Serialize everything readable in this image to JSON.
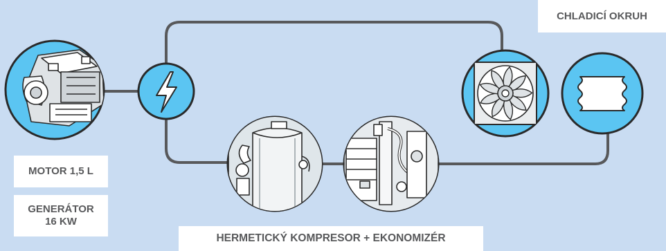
{
  "labels": {
    "cooling_circuit": "CHLADICÍ OKRUH",
    "motor": "MOTOR 1,5 L",
    "generator_line1": "GENERÁTOR",
    "generator_line2": "16 KW",
    "compressor": "HERMETICKÝ KOMPRESOR + EKONOMIZÉR"
  },
  "colors": {
    "background": "#c9dcf2",
    "pipe": "#58595b",
    "circle_fill": "#5bc5f2",
    "circle_stroke": "#2a2a2a",
    "label_bg": "#ffffff",
    "label_text": "#58595b"
  },
  "icons": {
    "motor": "engine-icon",
    "power": "lightning-icon",
    "compressor": "hermetic-compressor-icon",
    "economizer": "economizer-icon",
    "fan": "fan-icon",
    "exchanger": "heat-exchanger-icon"
  }
}
